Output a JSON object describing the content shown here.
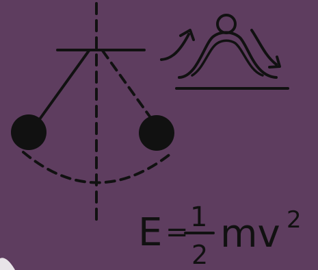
{
  "colors": {
    "board": "#5e3d5f",
    "chalk": "#111111",
    "corner": "#e8e4e8"
  },
  "formula": {
    "lhs": "E",
    "equals": "=",
    "numerator": "1",
    "denominator": "2",
    "variables": "mv",
    "exponent": "2"
  },
  "icons": {
    "pendulum": "pendulum-icon",
    "bell_curve": "bell-curve-with-person-icon"
  }
}
